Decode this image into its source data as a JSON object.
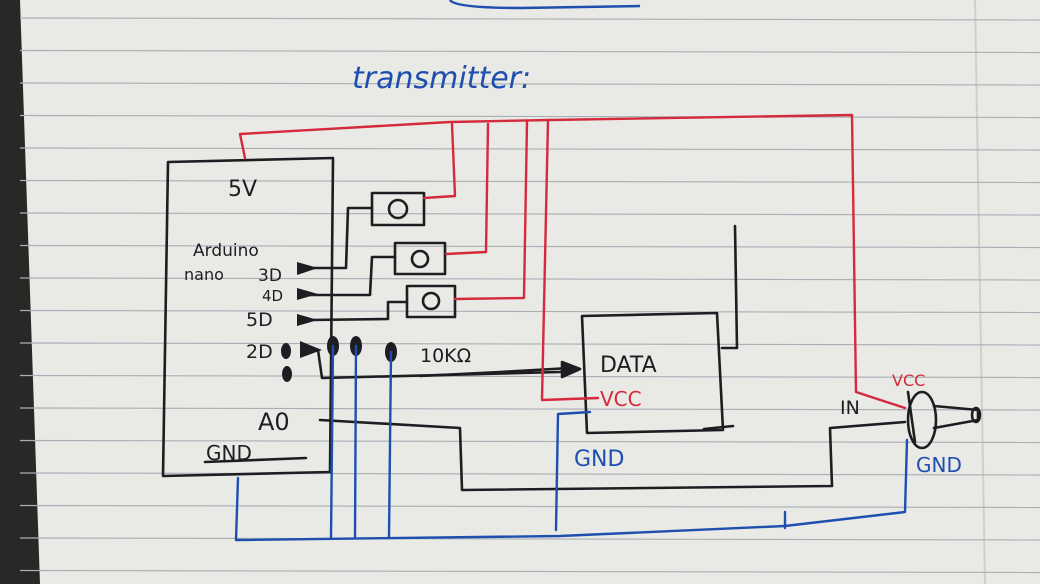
{
  "title": "transmitter:",
  "arduino": {
    "v5": "5V",
    "name_line1": "Arduino",
    "name_line2": "nano",
    "pin3": "3D",
    "pin4": "4D",
    "pin5": "5D",
    "pin2": "2D",
    "a0": "A0",
    "gnd": "GND"
  },
  "resistor_label": "10KΩ",
  "module": {
    "data": "DATA",
    "vcc": "VCC",
    "gnd": "GND"
  },
  "sensor": {
    "in": "IN",
    "vcc": "VCC",
    "gnd": "GND"
  },
  "colors": {
    "paper": "#e9e9e6",
    "ruled_line": "#a7b0b5",
    "ink_black": "#1e1e22",
    "ink_red": "#d42a3c",
    "ink_blue": "#1f4fae"
  }
}
